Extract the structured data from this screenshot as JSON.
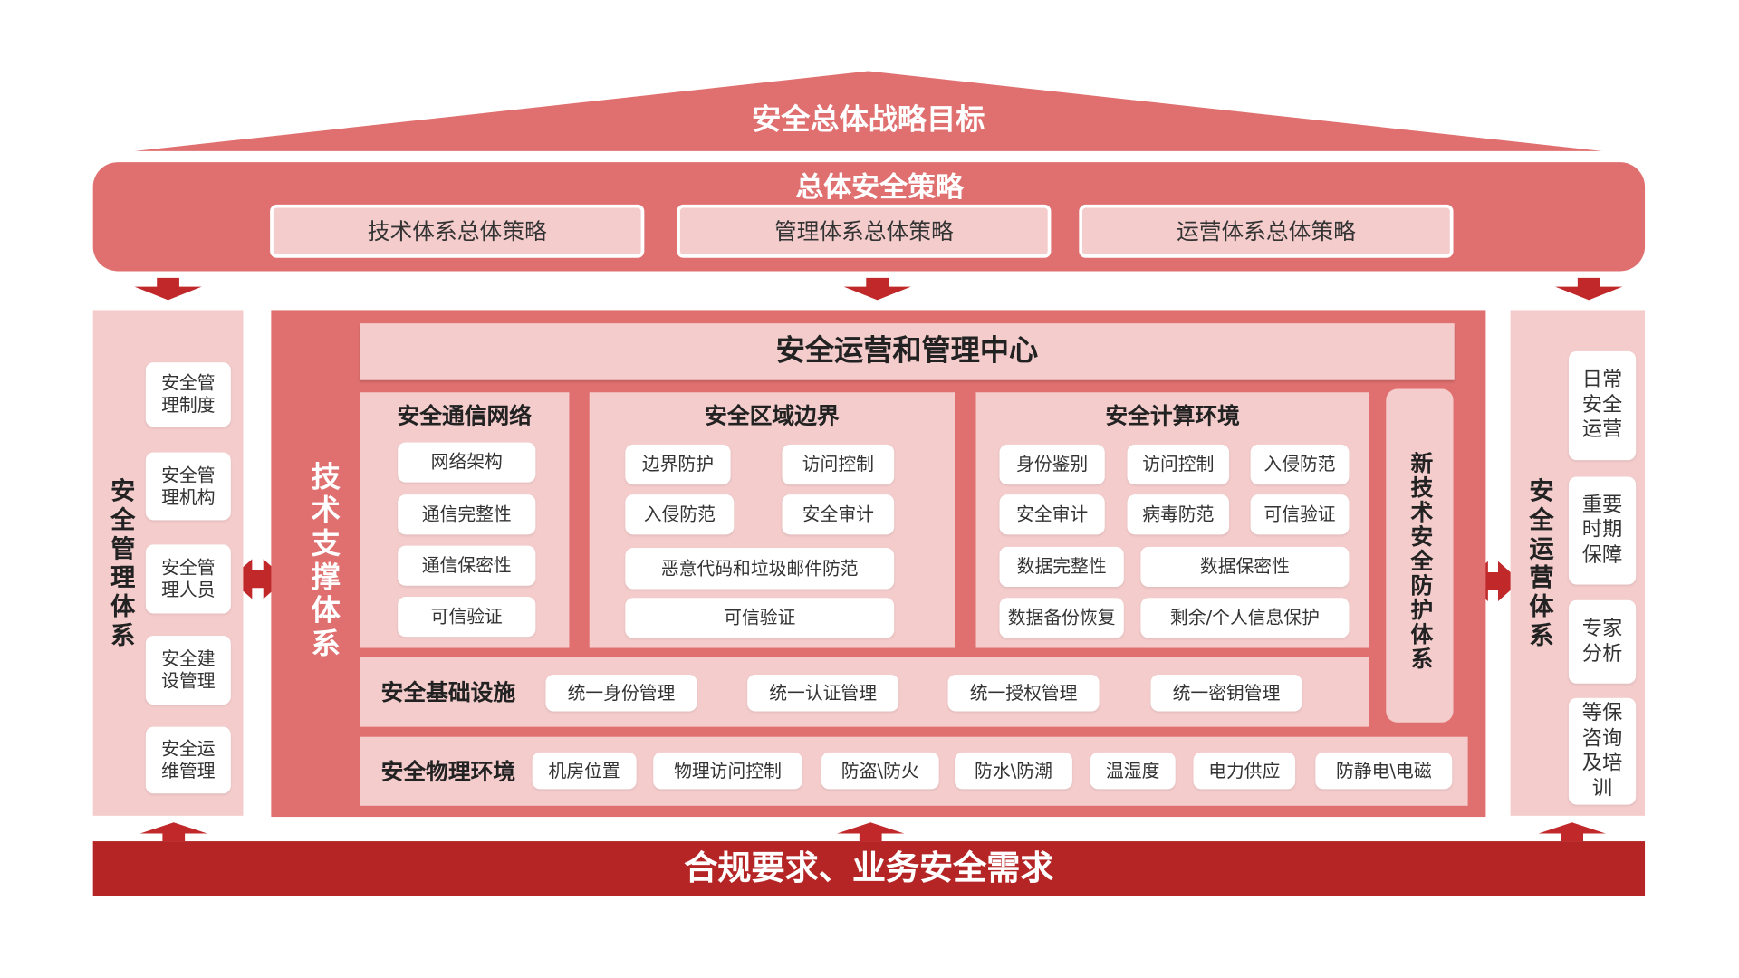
{
  "roof": {
    "title": "安全总体战略目标"
  },
  "strategy": {
    "title": "总体安全策略",
    "items": [
      "技术体系总体策略",
      "管理体系总体策略",
      "运营体系总体策略"
    ]
  },
  "management": {
    "title": "安全管理体系",
    "items": [
      "安全管理制度",
      "安全管理机构",
      "安全管理人员",
      "安全建设管理",
      "安全运维管理"
    ]
  },
  "tech": {
    "title": "技术支撑体系",
    "center": "安全运营和管理中心",
    "network": {
      "title": "安全通信网络",
      "items": [
        "网络架构",
        "通信完整性",
        "通信保密性",
        "可信验证"
      ]
    },
    "boundary": {
      "title": "安全区域边界",
      "items": [
        "边界防护",
        "访问控制",
        "入侵防范",
        "安全审计",
        "恶意代码和垃圾邮件防范",
        "可信验证"
      ]
    },
    "computing": {
      "title": "安全计算环境",
      "items": [
        "身份鉴别",
        "访问控制",
        "入侵防范",
        "安全审计",
        "病毒防范",
        "可信验证",
        "数据完整性",
        "数据保密性",
        "数据备份恢复",
        "剩余/个人信息保护"
      ]
    },
    "infra": {
      "title": "安全基础设施",
      "items": [
        "统一身份管理",
        "统一认证管理",
        "统一授权管理",
        "统一密钥管理"
      ]
    },
    "physical": {
      "title": "安全物理环境",
      "items": [
        "机房位置",
        "物理访问控制",
        "防盗\\防火",
        "防水\\防潮",
        "温湿度",
        "电力供应",
        "防静电\\电磁"
      ]
    },
    "newtech": "新技术安全防护体系"
  },
  "operations": {
    "title": "安全运营体系",
    "items": [
      "日常安全运营",
      "重要时期保障",
      "专家分析",
      "等保咨询及培训"
    ]
  },
  "foundation": {
    "title": "合规要求、业务安全需求"
  },
  "colors": {
    "roof": "#e07070",
    "panel_pink": "#f4cccc",
    "arrow": "#c0282a",
    "foundation": "#b52525"
  }
}
